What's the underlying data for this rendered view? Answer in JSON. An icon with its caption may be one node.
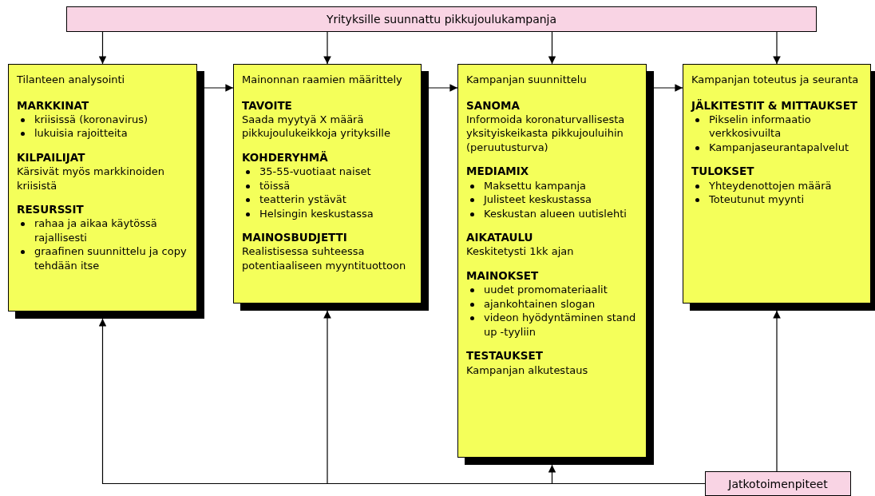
{
  "diagram": {
    "nodes": [
      {
        "text": [
          "Yrityksille suunnattu pikkujoulukampanja"
        ]
      },
      {
        "text": [
          "Tilanteen analysointi",
          "MARKKINAT",
          "kriisissä (koronavirus)",
          "lukuisia rajoitteita",
          "KILPAILIJAT",
          "Kärsivät myös markkinoiden kriisistä",
          "RESURSSIT",
          "rahaa ja aikaa käytössä rajallisesti",
          "graafinen suunnittelu ja copy tehdään itse"
        ]
      },
      {
        "text": [
          "Mainonnan raamien määrittely",
          "TAVOITE",
          "Saada myytyä X määrä pikkujoulukeikkoja yrityksille",
          "KOHDERYHMÄ",
          "35-55-vuotiaat naiset",
          "töissä",
          "teatterin ystävät",
          "Helsingin keskustassa",
          "MAINOSBUDJETTI",
          "Realistisessa suhteessa potentiaaliseen myyntituottoon"
        ]
      },
      {
        "text": [
          "Kampanjan suunnittelu",
          "SANOMA",
          "Informoida koronaturvallisesta yksityiskeikasta pikkujouluihin (peruutusturva)",
          "MEDIAMIX",
          "Maksettu kampanja",
          "Julisteet keskustassa",
          "Keskustan alueen uutislehti",
          "AIKATAULU",
          "Keskitetysti 1kk ajan",
          "MAINOKSET",
          "uudet promomateriaalit",
          "ajankohtainen slogan",
          "videon hyödyntäminen stand up -tyyliin",
          "TESTAUKSET",
          "Kampanjan alkutestaus"
        ]
      },
      {
        "text": [
          "Kampanjan toteutus ja seuranta",
          "JÄLKITESTIT & MITTAUKSET",
          "Pikselin informaatio verkkosivuilta",
          "Kampanjaseurantapalvelut",
          "TULOKSET",
          "Yhteydenottojen määrä",
          "Toteutunut myynti"
        ]
      },
      {
        "text": [
          "Jatkotoimenpiteet"
        ]
      }
    ],
    "edges": [
      {
        "from": 0,
        "to": 1,
        "arrow": "to"
      },
      {
        "from": 0,
        "to": 2,
        "arrow": "to"
      },
      {
        "from": 0,
        "to": 3,
        "arrow": "to"
      },
      {
        "from": 0,
        "to": 4,
        "arrow": "to"
      },
      {
        "from": 1,
        "to": 2,
        "arrow": "to"
      },
      {
        "from": 2,
        "to": 3,
        "arrow": "to"
      },
      {
        "from": 3,
        "to": 4,
        "arrow": "to"
      },
      {
        "from": 5,
        "to": 1,
        "arrow": "to"
      },
      {
        "from": 5,
        "to": 2,
        "arrow": "to"
      },
      {
        "from": 5,
        "to": 3,
        "arrow": "to"
      },
      {
        "from": 5,
        "to": 4,
        "arrow": "to"
      }
    ]
  }
}
